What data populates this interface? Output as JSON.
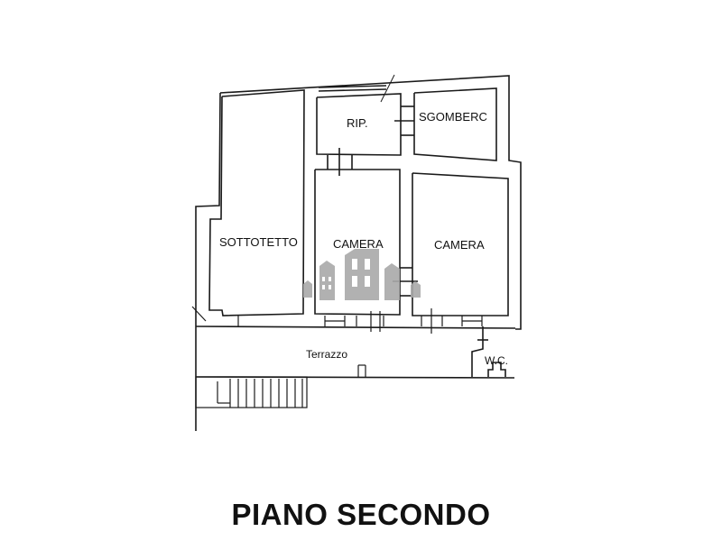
{
  "plan": {
    "title": "PIANO SECONDO",
    "rooms": {
      "sottotetto": "SOTTOTETTO",
      "rip": "RIP.",
      "sgombero": "SGOMBERC",
      "camera_1": "CAMERA",
      "camera_2": "CAMERA",
      "terrazzo": "Terrazzo",
      "wc": "W.C."
    },
    "colors": {
      "wall": "#1a1a1a",
      "watermark": "#a9a9a9"
    }
  }
}
